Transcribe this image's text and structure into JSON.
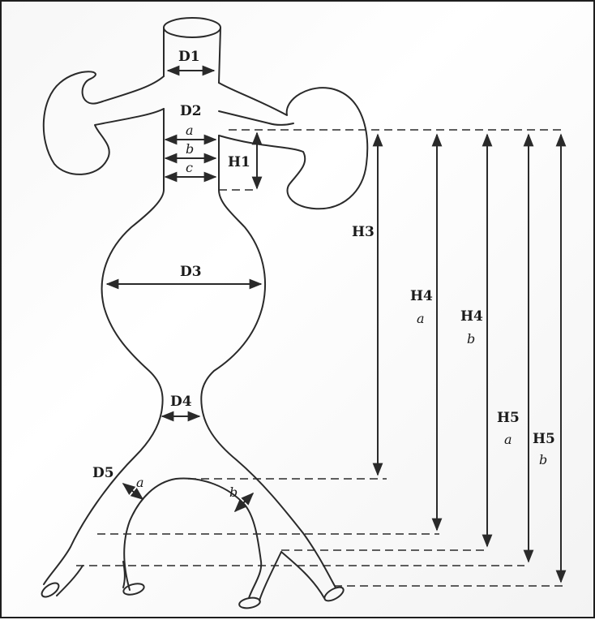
{
  "labels": {
    "d1": "D1",
    "d2": "D2",
    "d2a": "a",
    "d2b": "b",
    "d2c": "c",
    "h1": "H1",
    "d3": "D3",
    "d4": "D4",
    "d5": "D5",
    "d5a": "a",
    "d5b": "b",
    "h3": "H3",
    "h4": "H4",
    "h4a": "a",
    "h4b": "b",
    "h5": "H5",
    "h5a": "a",
    "h5b": "b"
  },
  "colors": {
    "ink": "#2a2a2a",
    "paper": "#ffffff",
    "border": "#1e1e1e"
  }
}
